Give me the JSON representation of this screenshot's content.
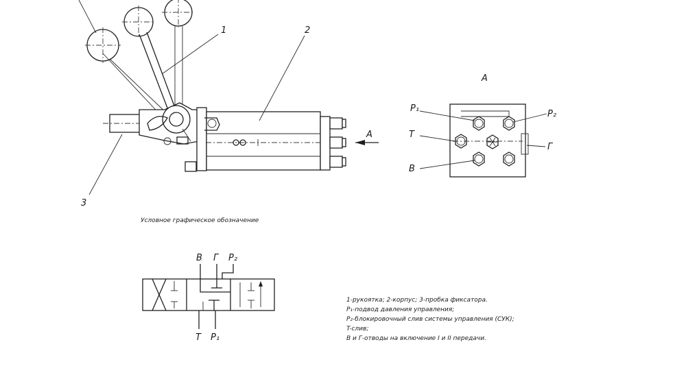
{
  "callouts": {
    "handle": "1",
    "body": "2",
    "plug": "3"
  },
  "view": {
    "title": "А",
    "arrow_label": "А",
    "p1": "P₁",
    "p2": "P₂",
    "t": "T",
    "g": "Г",
    "v": "В"
  },
  "symbol": {
    "caption": "Условное графическое обозначение",
    "top_v": "В",
    "top_g": "Г",
    "top_p2": "P₂",
    "bot_t": "T",
    "bot_p1": "P₁"
  },
  "legend": {
    "line1": "1-рукоятка; 2-корпус; 3-пробка фиксатора.",
    "line2": "P₁-подвод давления управления;",
    "line3": "P₂-блокировочный слив системы управления (СУК);",
    "line4": "T-слив;",
    "line5": "В и Г-отводы на включение I и II передачи."
  }
}
